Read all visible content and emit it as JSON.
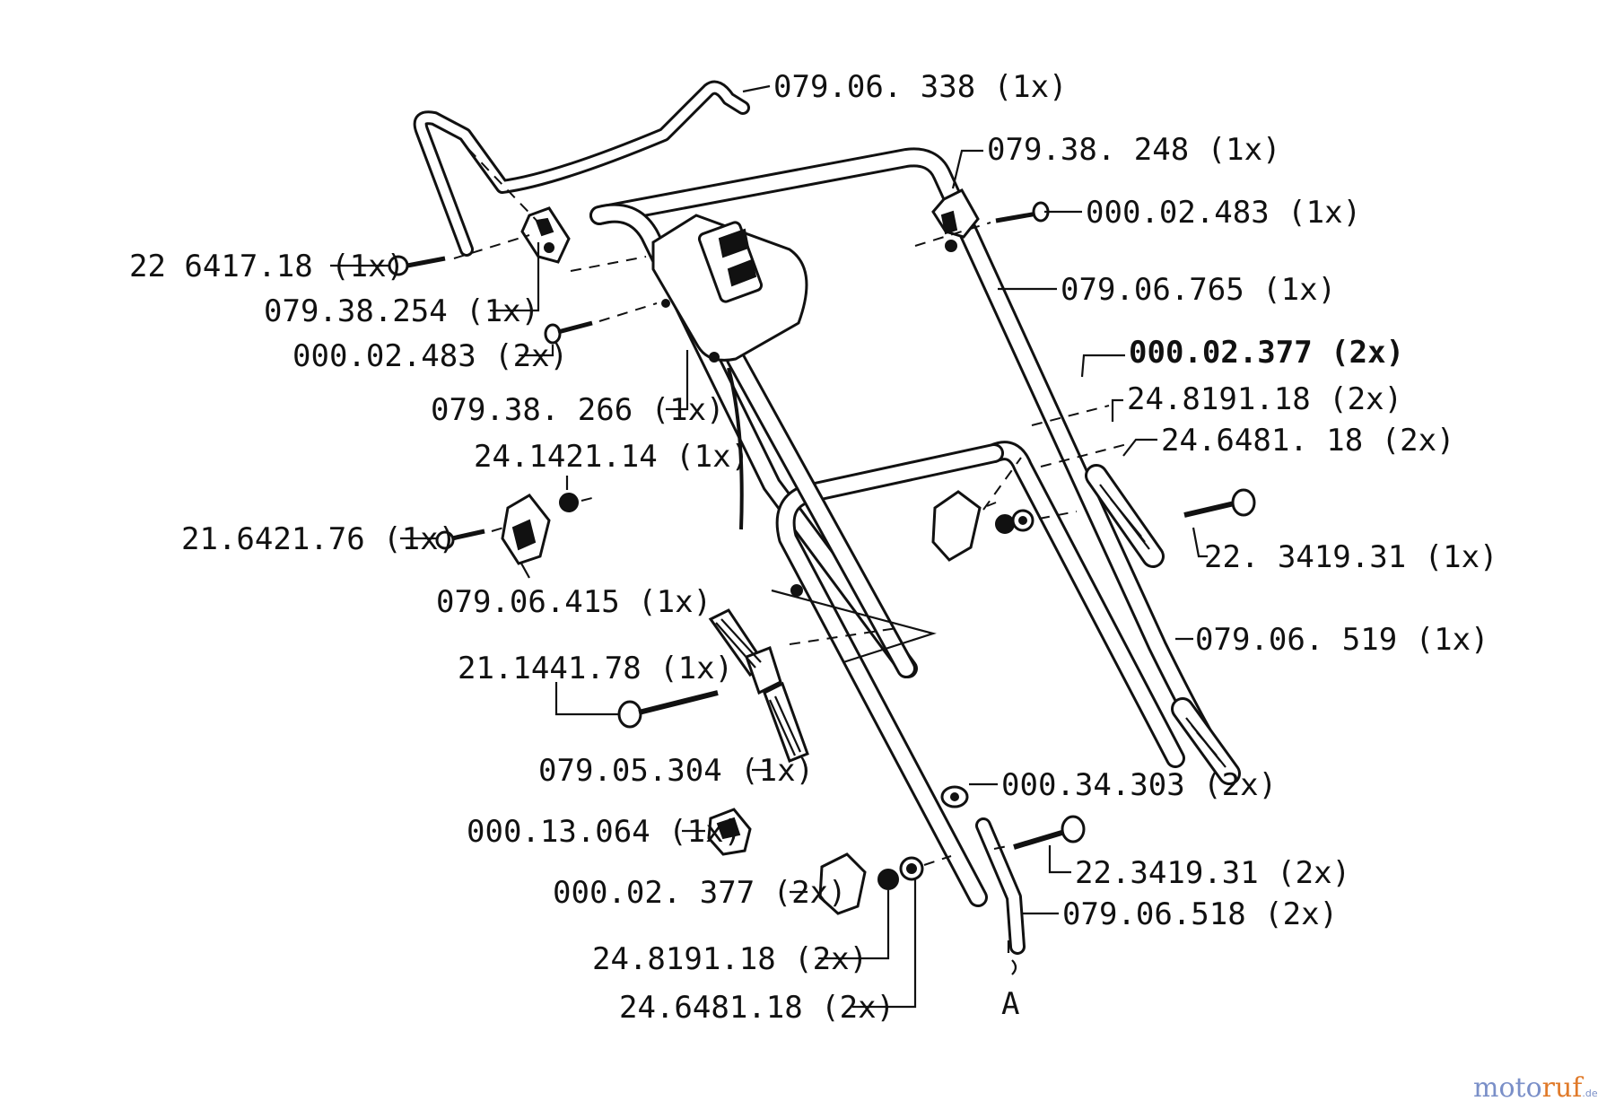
{
  "labels": {
    "p01": "079.06. 338 (1x)",
    "p02": "079.38. 248 (1x)",
    "p03": "000.02.483 (1x)",
    "p04": "22 6417.18 (1x)",
    "p05": "079.38.254 (1x)",
    "p06": "000.02.483 (2x)",
    "p07": "079.06.765  (1x)",
    "p08": "000.02.377 (2x)",
    "p09": "079.38. 266 (1x)",
    "p10": "24.8191.18 (2x)",
    "p11": "24.6481. 18 (2x)",
    "p12": "24.1421.14 (1x)",
    "p13": "21.6421.76 (1x)",
    "p14": "22. 3419.31 (1x)",
    "p15": "079.06.415 (1x)",
    "p16": "079.06. 519 (1x)",
    "p17": "21.1441.78 (1x)",
    "p18": "079.05.304 (1x)",
    "p19": "000.34.303 (2x)",
    "p20": "000.13.064 (1x)",
    "p21": "22.3419.31 (2x)",
    "p22": "000.02. 377 (2x)",
    "p23": "079.06.518 (2x)",
    "p24": "24.8191.18 (2x)",
    "p25": "24.6481.18 (2x)",
    "p26": "A"
  },
  "watermark": {
    "part1": "moto",
    "part2": "ruf",
    "part3": ".de"
  },
  "colors": {
    "line": "#111111",
    "watermark_blue": "#7a8fc8",
    "watermark_orange": "#e07a2a"
  }
}
